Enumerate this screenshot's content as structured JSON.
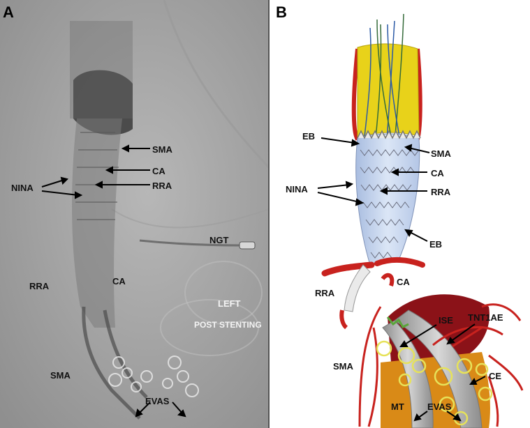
{
  "panels": {
    "left": {
      "letter": "A",
      "labels": {
        "sma_top": "SMA",
        "ca_top": "CA",
        "rra_top": "RRA",
        "nina": "NINA",
        "ngt": "NGT",
        "rra_low": "RRA",
        "ca_low": "CA",
        "left": "LEFT",
        "post_stenting": "POST STENTING",
        "sma_low": "SMA",
        "evas": "EVAS"
      }
    },
    "right": {
      "letter": "B",
      "labels": {
        "eb_top": "EB",
        "sma": "SMA",
        "ca_top": "CA",
        "nina": "NINA",
        "rra_top": "RRA",
        "eb_mid": "EB",
        "rra_low": "RRA",
        "ca_low": "CA",
        "ise": "ISE",
        "tnt1ae": "TNT1AE",
        "sma_low": "SMA",
        "ce": "CE",
        "mt": "MT",
        "evas": "EVAS"
      }
    }
  },
  "colors": {
    "xray_bg": "#a9a9a9",
    "graft_yellow": "#e8d21a",
    "artery_red": "#c8221e",
    "stent_blue": "#c9d8ee",
    "mt_orange": "#d98a17",
    "ring_yellow": "#e6e25a"
  }
}
